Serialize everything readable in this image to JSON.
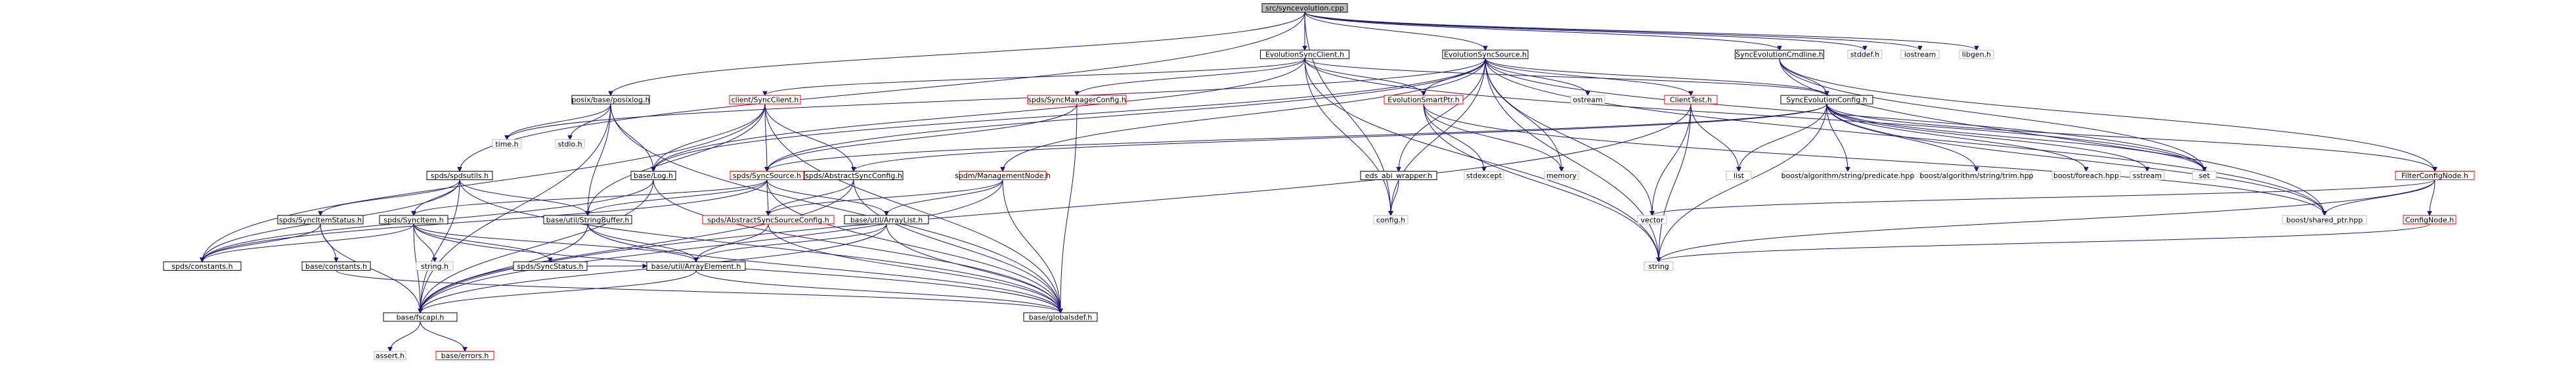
{
  "diagram": {
    "nodes": [
      {
        "id": "n1",
        "label": "src/syncevolution.cpp",
        "kind": "root"
      },
      {
        "id": "n2",
        "label": "EvolutionSyncClient.h",
        "kind": "black"
      },
      {
        "id": "n3",
        "label": "EvolutionSyncSource.h",
        "kind": "black"
      },
      {
        "id": "n4",
        "label": "SyncEvolutionCmdline.h",
        "kind": "black"
      },
      {
        "id": "n5",
        "label": "stddef.h",
        "kind": "grey"
      },
      {
        "id": "n6",
        "label": "iostream",
        "kind": "grey"
      },
      {
        "id": "n7",
        "label": "libgen.h",
        "kind": "grey"
      },
      {
        "id": "n8",
        "label": "posix/base/posixlog.h",
        "kind": "black"
      },
      {
        "id": "n9",
        "label": "client/SyncClient.h",
        "kind": "red"
      },
      {
        "id": "n10",
        "label": "spds/SyncManagerConfig.h",
        "kind": "red"
      },
      {
        "id": "n11",
        "label": "EvolutionSmartPtr.h",
        "kind": "red"
      },
      {
        "id": "n12",
        "label": "ClientTest.h",
        "kind": "red"
      },
      {
        "id": "n13",
        "label": "SyncEvolutionConfig.h",
        "kind": "black"
      },
      {
        "id": "n14",
        "label": "ostream",
        "kind": "grey"
      },
      {
        "id": "n15",
        "label": "spds/spdsutils.h",
        "kind": "black"
      },
      {
        "id": "n16",
        "label": "time.h",
        "kind": "grey"
      },
      {
        "id": "n17",
        "label": "stdio.h",
        "kind": "grey"
      },
      {
        "id": "n18",
        "label": "base/Log.h",
        "kind": "black"
      },
      {
        "id": "n19",
        "label": "spds/SyncSource.h",
        "kind": "red"
      },
      {
        "id": "n20",
        "label": "spds/AbstractSyncConfig.h",
        "kind": "black"
      },
      {
        "id": "n21",
        "label": "spdm/ManagementNode.h",
        "kind": "red"
      },
      {
        "id": "n22",
        "label": "eds_abi_wrapper.h",
        "kind": "black"
      },
      {
        "id": "n23",
        "label": "stdexcept",
        "kind": "grey"
      },
      {
        "id": "n24",
        "label": "memory",
        "kind": "grey"
      },
      {
        "id": "n25",
        "label": "list",
        "kind": "grey"
      },
      {
        "id": "n26",
        "label": "boost/algorithm/string/predicate.hpp",
        "kind": "grey"
      },
      {
        "id": "n27",
        "label": "boost/algorithm/string/trim.hpp",
        "kind": "grey"
      },
      {
        "id": "n28",
        "label": "boost/foreach.hpp",
        "kind": "grey"
      },
      {
        "id": "n29",
        "label": "sstream",
        "kind": "grey"
      },
      {
        "id": "n30",
        "label": "set",
        "kind": "grey"
      },
      {
        "id": "n31",
        "label": "FilterConfigNode.h",
        "kind": "red"
      },
      {
        "id": "n32",
        "label": "spds/SyncItemStatus.h",
        "kind": "black"
      },
      {
        "id": "n33",
        "label": "spds/SyncItem.h",
        "kind": "black"
      },
      {
        "id": "n34",
        "label": "base/util/StringBuffer.h",
        "kind": "black"
      },
      {
        "id": "n35",
        "label": "spds/AbstractSyncSourceConfig.h",
        "kind": "red"
      },
      {
        "id": "n36",
        "label": "base/util/ArrayList.h",
        "kind": "black"
      },
      {
        "id": "n37",
        "label": "config.h",
        "kind": "grey"
      },
      {
        "id": "n38",
        "label": "vector",
        "kind": "grey"
      },
      {
        "id": "n39",
        "label": "boost/shared_ptr.hpp",
        "kind": "grey"
      },
      {
        "id": "n40",
        "label": "ConfigNode.h",
        "kind": "red"
      },
      {
        "id": "n41",
        "label": "spds/constants.h",
        "kind": "black"
      },
      {
        "id": "n42",
        "label": "base/constants.h",
        "kind": "black"
      },
      {
        "id": "n43",
        "label": "string.h",
        "kind": "grey"
      },
      {
        "id": "n44",
        "label": "spds/SyncStatus.h",
        "kind": "black"
      },
      {
        "id": "n45",
        "label": "base/util/ArrayElement.h",
        "kind": "black"
      },
      {
        "id": "n46",
        "label": "string",
        "kind": "grey"
      },
      {
        "id": "n47",
        "label": "base/fscapi.h",
        "kind": "black"
      },
      {
        "id": "n48",
        "label": "base/globalsdef.h",
        "kind": "black"
      },
      {
        "id": "n49",
        "label": "assert.h",
        "kind": "grey"
      },
      {
        "id": "n50",
        "label": "base/errors.h",
        "kind": "red"
      }
    ],
    "edges": [
      [
        "n1",
        "n2"
      ],
      [
        "n1",
        "n3"
      ],
      [
        "n1",
        "n4"
      ],
      [
        "n1",
        "n5"
      ],
      [
        "n1",
        "n6"
      ],
      [
        "n1",
        "n7"
      ],
      [
        "n1",
        "n8"
      ],
      [
        "n1",
        "n15"
      ],
      [
        "n1",
        "n37"
      ],
      [
        "n2",
        "n9"
      ],
      [
        "n2",
        "n10"
      ],
      [
        "n2",
        "n11"
      ],
      [
        "n2",
        "n13"
      ],
      [
        "n2",
        "n37"
      ],
      [
        "n2",
        "n46"
      ],
      [
        "n2",
        "n30"
      ],
      [
        "n2",
        "n18"
      ],
      [
        "n3",
        "n11"
      ],
      [
        "n3",
        "n12"
      ],
      [
        "n3",
        "n13"
      ],
      [
        "n3",
        "n19"
      ],
      [
        "n3",
        "n21"
      ],
      [
        "n3",
        "n22"
      ],
      [
        "n3",
        "n14"
      ],
      [
        "n3",
        "n24"
      ],
      [
        "n3",
        "n38"
      ],
      [
        "n3",
        "n16"
      ],
      [
        "n3",
        "n30"
      ],
      [
        "n3",
        "n37"
      ],
      [
        "n3",
        "n18"
      ],
      [
        "n3",
        "n46"
      ],
      [
        "n3",
        "n39"
      ],
      [
        "n4",
        "n13"
      ],
      [
        "n4",
        "n31"
      ],
      [
        "n4",
        "n30"
      ],
      [
        "n4",
        "n39"
      ],
      [
        "n8",
        "n16"
      ],
      [
        "n8",
        "n17"
      ],
      [
        "n8",
        "n18"
      ],
      [
        "n8",
        "n48"
      ],
      [
        "n8",
        "n34"
      ],
      [
        "n8",
        "n47"
      ],
      [
        "n9",
        "n18"
      ],
      [
        "n9",
        "n19"
      ],
      [
        "n9",
        "n20"
      ],
      [
        "n9",
        "n34"
      ],
      [
        "n9",
        "n41"
      ],
      [
        "n9",
        "n48"
      ],
      [
        "n10",
        "n19"
      ],
      [
        "n10",
        "n48"
      ],
      [
        "n11",
        "n23"
      ],
      [
        "n11",
        "n24"
      ],
      [
        "n11",
        "n39"
      ],
      [
        "n11",
        "n46"
      ],
      [
        "n12",
        "n25"
      ],
      [
        "n12",
        "n38"
      ],
      [
        "n12",
        "n46"
      ],
      [
        "n12",
        "n47"
      ],
      [
        "n13",
        "n20"
      ],
      [
        "n13",
        "n19"
      ],
      [
        "n13",
        "n25"
      ],
      [
        "n13",
        "n26"
      ],
      [
        "n13",
        "n27"
      ],
      [
        "n13",
        "n28"
      ],
      [
        "n13",
        "n29"
      ],
      [
        "n13",
        "n30"
      ],
      [
        "n13",
        "n31"
      ],
      [
        "n13",
        "n39"
      ],
      [
        "n13",
        "n46"
      ],
      [
        "n15",
        "n32"
      ],
      [
        "n15",
        "n33"
      ],
      [
        "n15",
        "n34"
      ],
      [
        "n15",
        "n41"
      ],
      [
        "n15",
        "n47"
      ],
      [
        "n15",
        "n48"
      ],
      [
        "n18",
        "n41"
      ],
      [
        "n18",
        "n47"
      ],
      [
        "n18",
        "n48"
      ],
      [
        "n19",
        "n33"
      ],
      [
        "n19",
        "n34"
      ],
      [
        "n19",
        "n35"
      ],
      [
        "n19",
        "n36"
      ],
      [
        "n19",
        "n41"
      ],
      [
        "n19",
        "n48"
      ],
      [
        "n20",
        "n35"
      ],
      [
        "n20",
        "n47"
      ],
      [
        "n20",
        "n48"
      ],
      [
        "n21",
        "n35"
      ],
      [
        "n21",
        "n36"
      ],
      [
        "n21",
        "n47"
      ],
      [
        "n21",
        "n48"
      ],
      [
        "n22",
        "n37"
      ],
      [
        "n31",
        "n38"
      ],
      [
        "n31",
        "n39"
      ],
      [
        "n31",
        "n40"
      ],
      [
        "n31",
        "n46"
      ],
      [
        "n32",
        "n41"
      ],
      [
        "n32",
        "n42"
      ],
      [
        "n32",
        "n47"
      ],
      [
        "n33",
        "n41"
      ],
      [
        "n33",
        "n43"
      ],
      [
        "n33",
        "n44"
      ],
      [
        "n33",
        "n45"
      ],
      [
        "n33",
        "n47"
      ],
      [
        "n33",
        "n48"
      ],
      [
        "n34",
        "n45"
      ],
      [
        "n34",
        "n47"
      ],
      [
        "n34",
        "n48"
      ],
      [
        "n35",
        "n45"
      ],
      [
        "n35",
        "n48"
      ],
      [
        "n36",
        "n45"
      ],
      [
        "n36",
        "n47"
      ],
      [
        "n36",
        "n48"
      ],
      [
        "n40",
        "n46"
      ],
      [
        "n42",
        "n48"
      ],
      [
        "n44",
        "n45"
      ],
      [
        "n45",
        "n47"
      ],
      [
        "n45",
        "n48"
      ],
      [
        "n47",
        "n49"
      ],
      [
        "n47",
        "n50"
      ]
    ]
  },
  "colors": {
    "edge": "#191970",
    "black_border": "#000000",
    "red_border": "#ff0000",
    "grey_border": "#bfbfbf",
    "root_fill": "#bfbfbf",
    "node_fill": "#ffffff"
  }
}
